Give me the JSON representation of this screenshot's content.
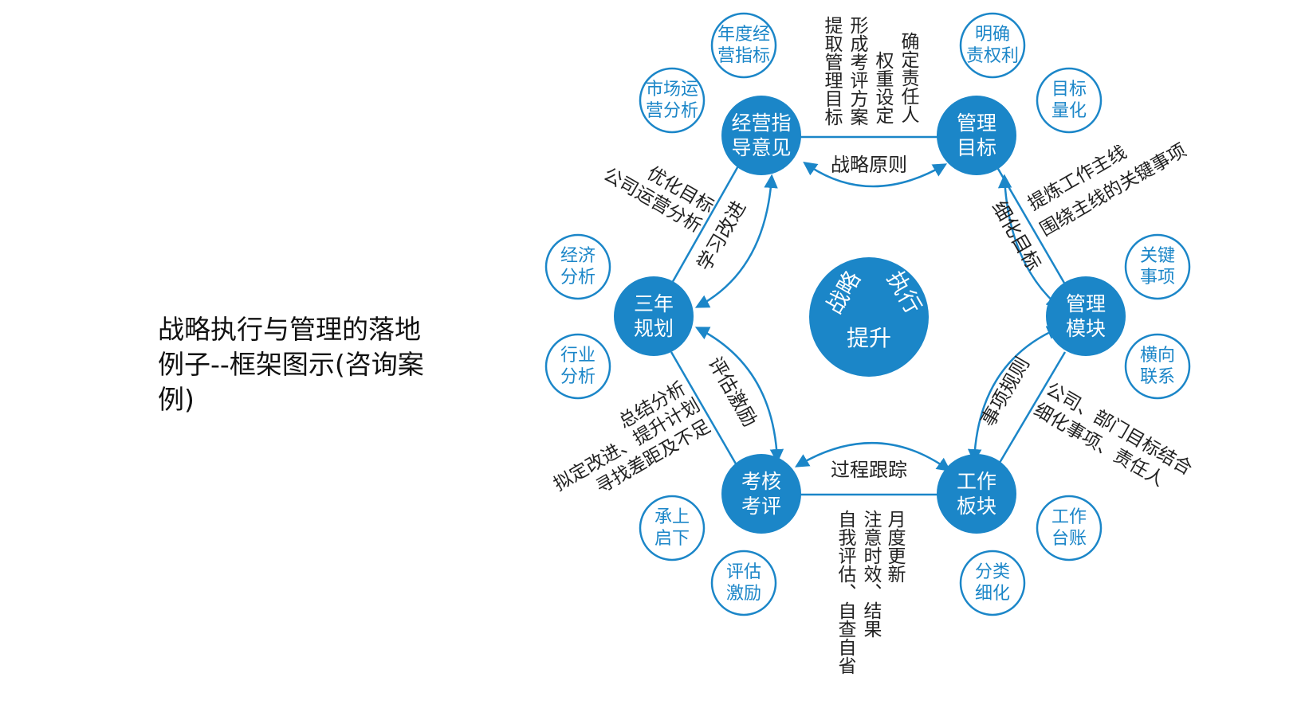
{
  "slide": {
    "title_lines": [
      "战略执行与管理的落地",
      "例子--框架图示(咨询案",
      "例)"
    ]
  },
  "colors": {
    "primary": "#1b86c8",
    "satellite_border": "#1b86c8",
    "text": "#222222",
    "background": "#ffffff"
  },
  "center": {
    "lines": [
      "战略",
      "执行",
      "提升"
    ]
  },
  "hubs": [
    {
      "id": "jingying",
      "lines": [
        "经营指",
        "导意见"
      ]
    },
    {
      "id": "guanli_mubiao",
      "lines": [
        "管理",
        "目标"
      ]
    },
    {
      "id": "guanli_mokuai",
      "lines": [
        "管理",
        "模块"
      ]
    },
    {
      "id": "gongzuo_bankuai",
      "lines": [
        "工作",
        "板块"
      ]
    },
    {
      "id": "kaohe",
      "lines": [
        "考核",
        "考评"
      ]
    },
    {
      "id": "sannian",
      "lines": [
        "三年",
        "规划"
      ]
    }
  ],
  "satellites": [
    {
      "id": "nianduo",
      "lines": [
        "年度经",
        "营指标"
      ]
    },
    {
      "id": "shichang",
      "lines": [
        "市场运",
        "营分析"
      ]
    },
    {
      "id": "mingque",
      "lines": [
        "明确",
        "责权利"
      ]
    },
    {
      "id": "mubiao_lianghua",
      "lines": [
        "目标",
        "量化"
      ]
    },
    {
      "id": "guanjian",
      "lines": [
        "关键",
        "事项"
      ]
    },
    {
      "id": "hengxiang",
      "lines": [
        "横向",
        "联系"
      ]
    },
    {
      "id": "gongzuo_taizhang",
      "lines": [
        "工作",
        "台账"
      ]
    },
    {
      "id": "fenlei",
      "lines": [
        "分类",
        "细化"
      ]
    },
    {
      "id": "pinggu",
      "lines": [
        "评估",
        "激励"
      ]
    },
    {
      "id": "chengshang",
      "lines": [
        "承上",
        "启下"
      ]
    },
    {
      "id": "hangye",
      "lines": [
        "行业",
        "分析"
      ]
    },
    {
      "id": "jingji",
      "lines": [
        "经济",
        "分析"
      ]
    }
  ],
  "link_labels": {
    "top": "战略原则",
    "upper_right": "细化目标",
    "lower_right": "事项规则",
    "bottom": "过程跟踪",
    "lower_left": "评估激励",
    "upper_left": "学习改进"
  },
  "annotations": {
    "top_columns": [
      "提取管理目标",
      "形成考评方案",
      "权重设定",
      "确定责任人"
    ],
    "right_upper": [
      "提炼工作主线",
      "围绕主线的关键事项"
    ],
    "right_lower": [
      "公司、部门目标结合",
      "细化事项、责任人"
    ],
    "bottom_columns": [
      "月度更新",
      "注意时效、结果",
      "自我评估、自查自省"
    ],
    "left_lower": [
      "总结分析",
      "拟定改进、提升计划",
      "寻找差距及不足"
    ],
    "left_upper": [
      "优化目标",
      "公司运营分析"
    ]
  }
}
